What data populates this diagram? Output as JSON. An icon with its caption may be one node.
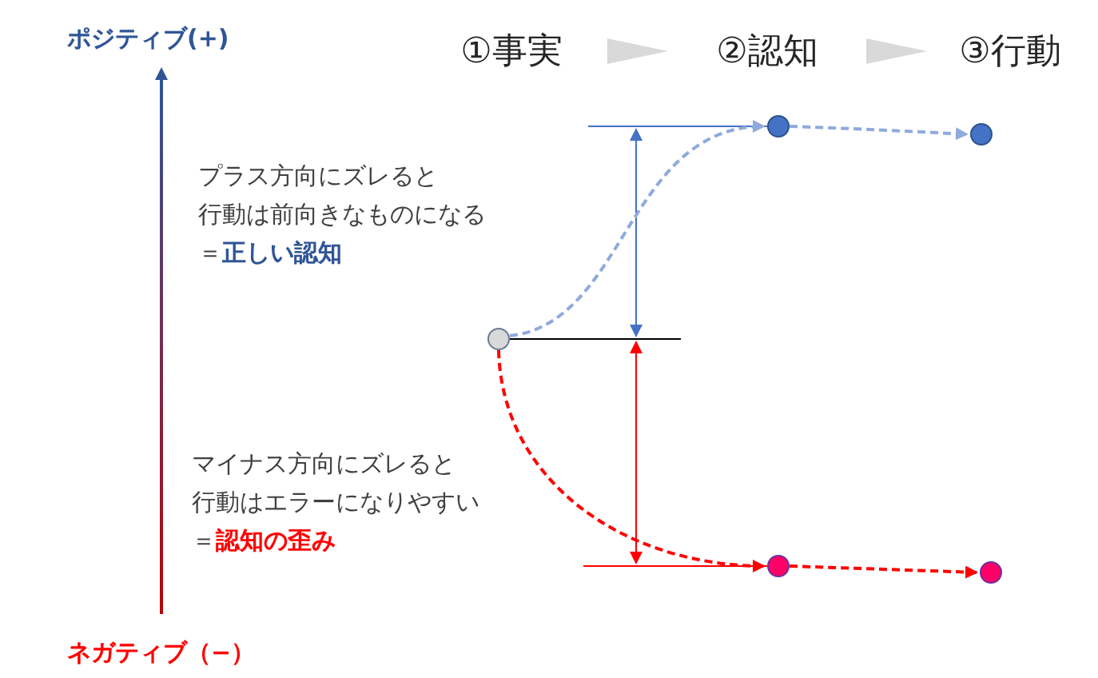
{
  "diagram": {
    "nodes": [
      {
        "text": [
          "①事実"
        ]
      },
      {
        "text": [
          "②認知"
        ]
      },
      {
        "text": [
          "③行動"
        ]
      },
      {
        "text": [],
        "shape": "circle"
      },
      {
        "text": [],
        "shape": "circle"
      },
      {
        "text": [],
        "shape": "circle"
      },
      {
        "text": [],
        "shape": "circle"
      },
      {
        "text": [],
        "shape": "circle"
      }
    ],
    "edges": [
      {
        "from": 0,
        "to": 1,
        "arrow": "to",
        "style": "thick",
        "color": "#d9d9d9"
      },
      {
        "from": 1,
        "to": 2,
        "arrow": "to",
        "style": "thick",
        "color": "#d9d9d9"
      },
      {
        "from": 3,
        "to": 4,
        "arrow": "to",
        "style": "dashed",
        "color": "#8faadc"
      },
      {
        "from": 4,
        "to": 5,
        "arrow": "to",
        "style": "dashed",
        "color": "#8faadc"
      },
      {
        "from": 3,
        "to": 6,
        "arrow": "to",
        "style": "dashed",
        "color": "#ff0000"
      },
      {
        "from": 6,
        "to": 7,
        "arrow": "to",
        "style": "dashed",
        "color": "#ff0000"
      }
    ],
    "labels": [
      "ポジティブ(+)",
      "プラス方向にズレると",
      "行動は前向きなものになる",
      "＝**正しい認知**",
      "マイナス方向にズレると",
      "行動はエラーになりやすい",
      "＝**認知の歪み**",
      "ネガティブ（−）"
    ]
  }
}
